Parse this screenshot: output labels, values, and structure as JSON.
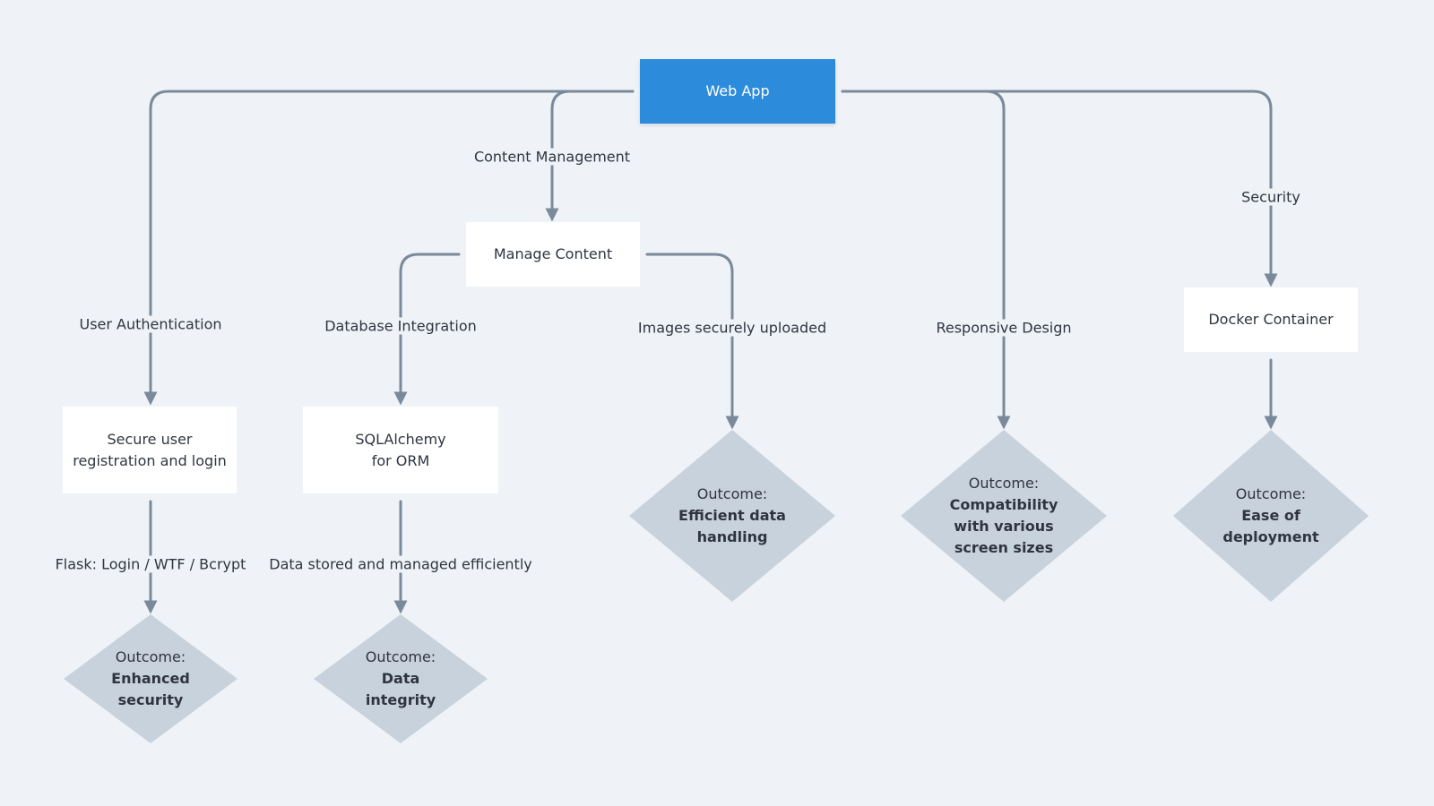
{
  "colors": {
    "background": "#eff3f7",
    "root_fill": "#2d8bdb",
    "box_fill": "#ffffff",
    "diamond_fill": "#c8d2dc",
    "edge_stroke": "#7b8a9a"
  },
  "nodes": {
    "web_app": "Web App",
    "manage_content": "Manage Content",
    "docker_container": "Docker Container",
    "secure_login": [
      "Secure user",
      "registration and login"
    ],
    "sqlalchemy": [
      "SQLAlchemy",
      "for ORM"
    ]
  },
  "outcomes": {
    "label": "Outcome:",
    "enhanced_security": [
      "Enhanced",
      "security"
    ],
    "data_integrity": [
      "Data",
      "integrity"
    ],
    "efficient_data": [
      "Efficient data",
      "handling"
    ],
    "compatibility": [
      "Compatibility",
      "with various",
      "screen sizes"
    ],
    "ease_deployment": [
      "Ease of",
      "deployment"
    ]
  },
  "edge_labels": {
    "content_management": "Content Management",
    "security": "Security",
    "user_authentication": "User Authentication",
    "database_integration": "Database Integration",
    "images_uploaded": "Images securely uploaded",
    "responsive_design": "Responsive Design",
    "flask_login": "Flask: Login / WTF / Bcrypt",
    "data_stored": "Data stored and managed efficiently"
  }
}
